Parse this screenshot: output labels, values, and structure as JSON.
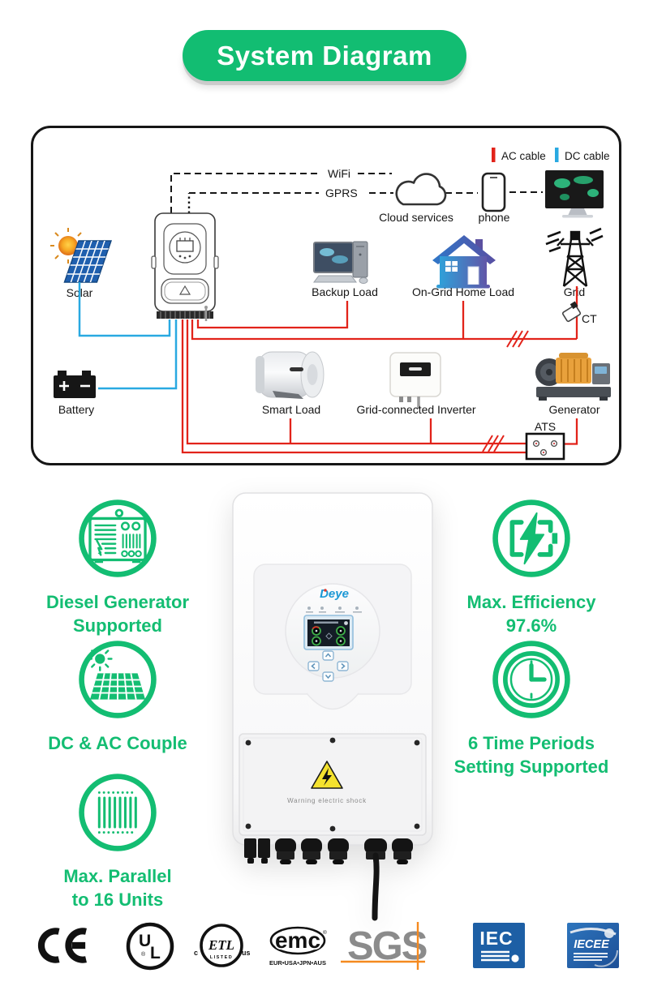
{
  "banner": {
    "title": "System Diagram"
  },
  "diagram": {
    "legend": {
      "ac": {
        "label": "AC cable",
        "color": "#e2231a"
      },
      "dc": {
        "label": "DC cable",
        "color": "#29a9e1"
      }
    },
    "connectivity": {
      "wifi": "WiFi",
      "gprs": "GPRS",
      "cloud": "Cloud services",
      "phone": "phone"
    },
    "nodes": {
      "solar": "Solar",
      "backup_load": "Backup Load",
      "ongrid_home_load": "On-Grid Home Load",
      "grid": "Grid",
      "ct": "CT",
      "battery": "Battery",
      "smart_load": "Smart Load",
      "grid_connected_inverter": "Grid-connected Inverter",
      "generator": "Generator",
      "ats": "ATS"
    }
  },
  "product": {
    "brand": "Deye",
    "warning_label": "Warning electric shock"
  },
  "features": {
    "left": [
      {
        "icon": "diesel-generator-icon",
        "line1": "Diesel Generator",
        "line2": "Supported"
      },
      {
        "icon": "solar-couple-icon",
        "line1": "DC & AC Couple",
        "line2": ""
      },
      {
        "icon": "parallel-units-icon",
        "line1": "Max. Parallel",
        "line2": "to 16 Units"
      }
    ],
    "right": [
      {
        "icon": "battery-efficiency-icon",
        "line1": "Max. Efficiency",
        "line2": "97.6%"
      },
      {
        "icon": "clock-icon",
        "line1": "6 Time Periods",
        "line2": "Setting Supported"
      }
    ]
  },
  "certifications": {
    "ce": {
      "text": "CE"
    },
    "ul": {
      "u": "U",
      "l": "L",
      "reg": "®"
    },
    "etl": {
      "text": "ETL",
      "left": "c",
      "right": "us",
      "sub": "LISTED"
    },
    "emc": {
      "text": "emc",
      "reg": "®",
      "sub": "EUR•USA•JPN•AUS"
    },
    "sgs": {
      "text": "SGS"
    },
    "iec": {
      "text": "IEC"
    },
    "iecee": {
      "text": "IECEE"
    }
  },
  "colors": {
    "brand_green": "#12bd72",
    "ac_red": "#e2231a",
    "dc_blue": "#29a9e1"
  }
}
